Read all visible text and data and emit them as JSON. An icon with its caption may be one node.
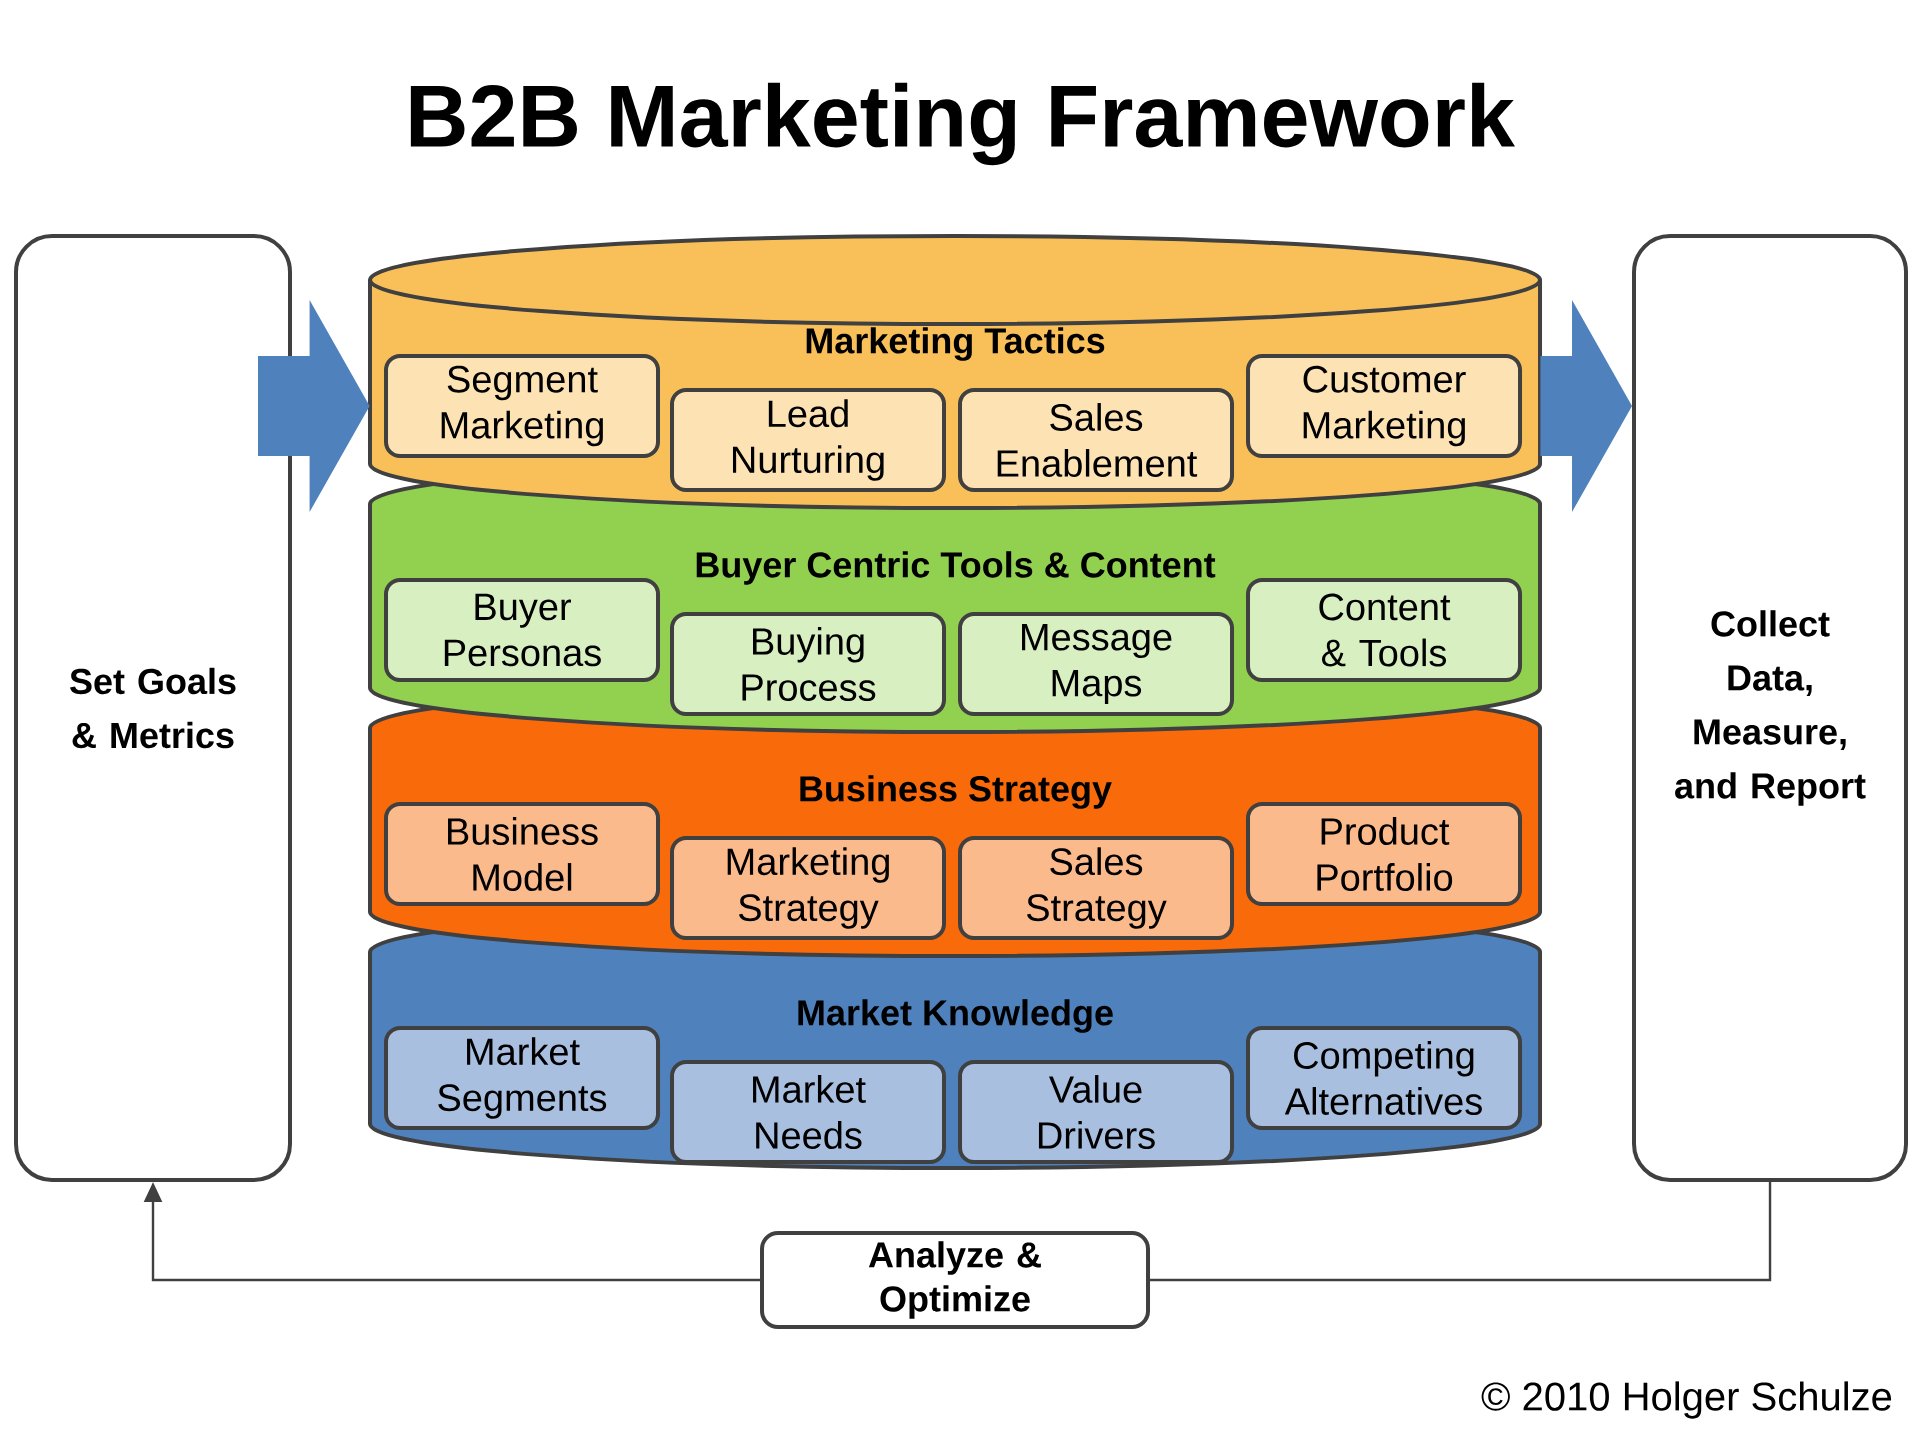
{
  "diagram": {
    "title": "B2B Marketing Framework",
    "nodes": [
      {
        "text": [
          "Set Goals & Metrics"
        ]
      },
      {
        "text": [
          "Marketing Tactics"
        ]
      },
      {
        "text": [
          "Segment Marketing"
        ],
        "in": 1
      },
      {
        "text": [
          "Lead Nurturing"
        ],
        "in": 1
      },
      {
        "text": [
          "Sales Enablement"
        ],
        "in": 1
      },
      {
        "text": [
          "Customer Marketing"
        ],
        "in": 1
      },
      {
        "text": [
          "Buyer Centric Tools & Content"
        ]
      },
      {
        "text": [
          "Buyer Personas"
        ],
        "in": 6
      },
      {
        "text": [
          "Buying Process"
        ],
        "in": 6
      },
      {
        "text": [
          "Message Maps"
        ],
        "in": 6
      },
      {
        "text": [
          "Content & Tools"
        ],
        "in": 6
      },
      {
        "text": [
          "Business Strategy"
        ]
      },
      {
        "text": [
          "Business Model"
        ],
        "in": 11
      },
      {
        "text": [
          "Marketing Strategy"
        ],
        "in": 11
      },
      {
        "text": [
          "Sales Strategy"
        ],
        "in": 11
      },
      {
        "text": [
          "Product Portfolio"
        ],
        "in": 11
      },
      {
        "text": [
          "Market Knowledge"
        ]
      },
      {
        "text": [
          "Market Segments"
        ],
        "in": 16
      },
      {
        "text": [
          "Market Needs"
        ],
        "in": 16
      },
      {
        "text": [
          "Value Drivers"
        ],
        "in": 16
      },
      {
        "text": [
          "Competing Alternatives"
        ],
        "in": 16
      },
      {
        "text": [
          "Collect Data, Measure, and Report"
        ]
      },
      {
        "text": [
          "Analyze & Optimize"
        ]
      }
    ],
    "edges": [
      {
        "from": 0,
        "to": 1,
        "arrow": "to",
        "style": "thick",
        "color": "#4f81bd"
      },
      {
        "from": 1,
        "to": 21,
        "arrow": "to",
        "style": "thick",
        "color": "#4f81bd"
      },
      {
        "from": 21,
        "to": 22,
        "arrow": "none",
        "color": "#404040"
      },
      {
        "from": 22,
        "to": 0,
        "arrow": "to",
        "color": "#404040"
      }
    ],
    "labels": [
      "© 2010 Holger Schulze"
    ]
  }
}
